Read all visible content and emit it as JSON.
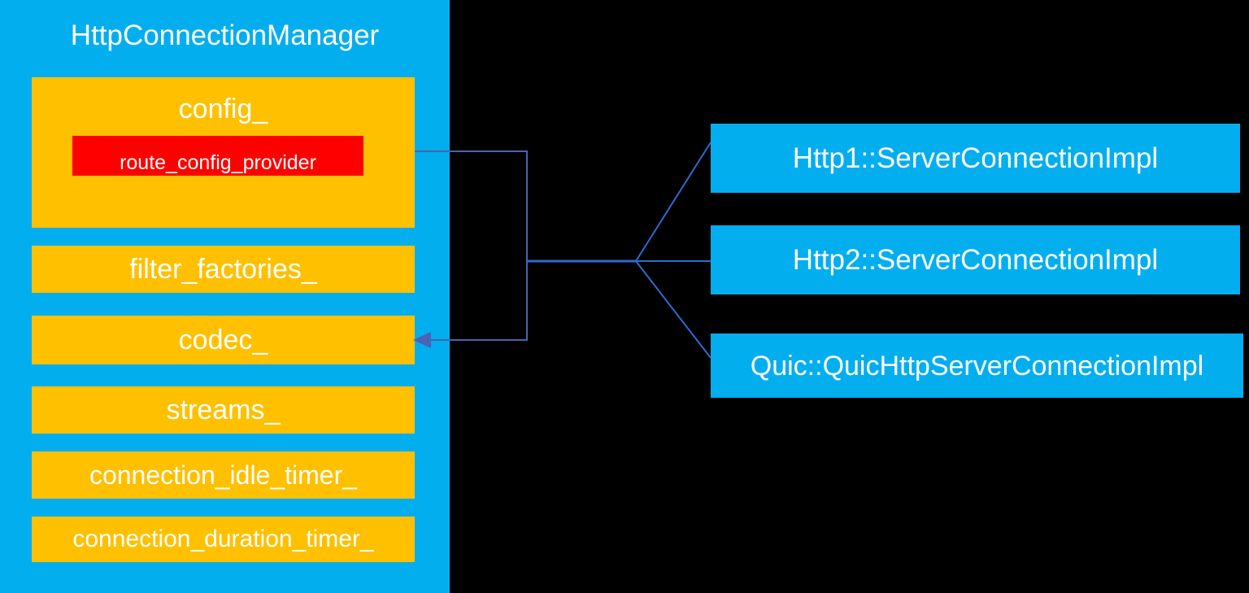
{
  "diagram": {
    "title": "HttpConnectionManager",
    "background_color": "#000000",
    "panel_color": "#03AEEF",
    "member_color": "#FFC000",
    "highlight_color": "#FF0000",
    "connector_color": "#3F6FD0",
    "arrow_color": "#4A63B4",
    "text_color": "#FFFFFF"
  },
  "panel": {
    "title": "HttpConnectionManager",
    "members": [
      {
        "id": "config",
        "label": "config_",
        "highlight": {
          "label": "route_config_provider",
          "color": "#FF0000"
        }
      },
      {
        "id": "filter_factories",
        "label": "filter_factories_"
      },
      {
        "id": "codec",
        "label": "codec_"
      },
      {
        "id": "streams",
        "label": "streams_"
      },
      {
        "id": "connection_idle_timer",
        "label": "connection_idle_timer_"
      },
      {
        "id": "connection_duration_timer",
        "label": "connection_duration_timer_"
      }
    ]
  },
  "implementations": [
    {
      "id": "http1",
      "label": "Http1::ServerConnectionImpl"
    },
    {
      "id": "http2",
      "label": "Http2::ServerConnectionImpl"
    },
    {
      "id": "quic",
      "label": "Quic::QuicHttpServerConnectionImpl"
    }
  ],
  "connectors": [
    {
      "id": "route-config-to-codec",
      "from": "route_config_provider",
      "to": "codec_",
      "arrowhead": "codec_",
      "style": "orthogonal"
    },
    {
      "id": "hub-to-http1",
      "from": "codec-hub",
      "to": "Http1::ServerConnectionImpl"
    },
    {
      "id": "hub-to-http2",
      "from": "codec-hub",
      "to": "Http2::ServerConnectionImpl"
    },
    {
      "id": "hub-to-quic",
      "from": "codec-hub",
      "to": "Quic::QuicHttpServerConnectionImpl"
    }
  ]
}
